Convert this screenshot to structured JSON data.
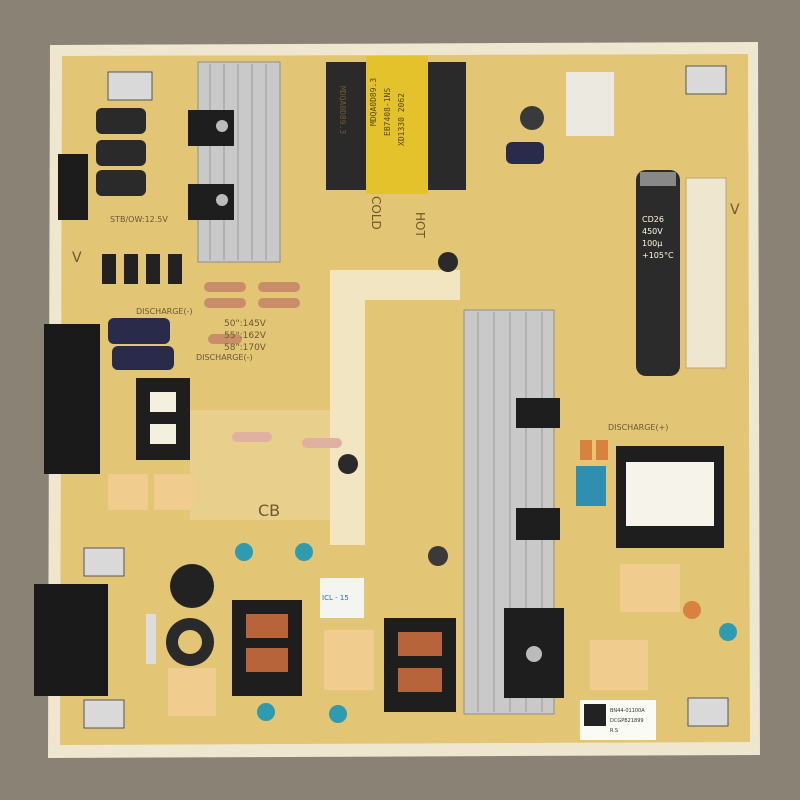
{
  "board": {
    "colors": {
      "background": "#8a8275",
      "pcb": "#e2c575",
      "pcb_edge": "#efe6cf",
      "heatsink": "#c9c9c9",
      "transformer_core": "#2a2a2a",
      "transformer_tape": "#e3c22c",
      "bulk_cap": "#2b2b2b",
      "film_cap": "#f0cd8f",
      "blue_cap": "#2f8fb0"
    },
    "silkscreen": {
      "voltage_label": "STB/OW:12.5V",
      "voltage_table": [
        "50\":145V",
        "55\":162V",
        "58\":170V"
      ],
      "discharge_label": "DISCHARGE(-)",
      "discharge_label_right": "DISCHARGE(+)",
      "hot_label": "HOT",
      "cold_label": "COLD",
      "board_code": "CB",
      "corner_v": "V",
      "transformer_text": [
        "MDQA0D89.3",
        "EB7408-1NS",
        "XD1330 2062"
      ],
      "bulk_cap_text": [
        "CD26",
        "450V",
        "100µ",
        "+105°C"
      ],
      "icl_label": "ICL - 15"
    },
    "sticker": {
      "code": "BN44-01100A",
      "date": "DCGPB21899",
      "suffix": "R.S"
    }
  }
}
